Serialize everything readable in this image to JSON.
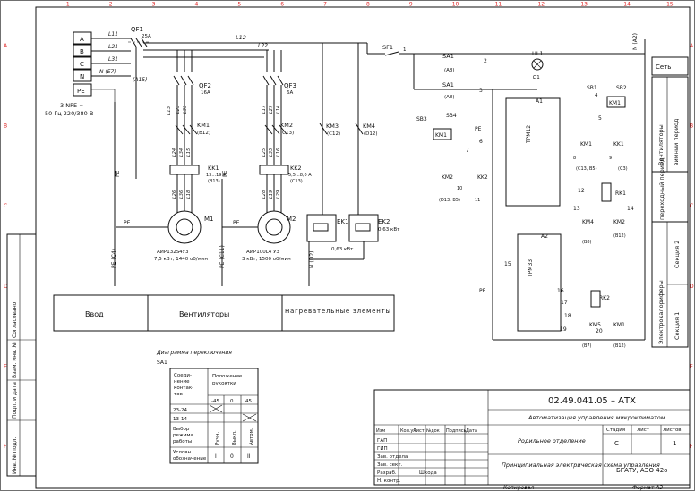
{
  "grid": {
    "cols": [
      "1",
      "2",
      "3",
      "4",
      "5",
      "6",
      "7",
      "8",
      "9",
      "10",
      "11",
      "12",
      "13",
      "14",
      "15"
    ],
    "rows": [
      "A",
      "B",
      "C",
      "D",
      "E",
      "F"
    ]
  },
  "supply": {
    "phases": [
      "A",
      "B",
      "C",
      "N",
      "PE"
    ],
    "note_line1": "3 NPE ~",
    "note_line2": "50 Гц 220/380 В",
    "wires": [
      "L11",
      "L21",
      "L31",
      "N (E7)",
      "L12",
      "L22",
      "L13",
      "L23",
      "L33",
      "L17",
      "L27",
      "L14",
      "L24",
      "L34",
      "L15",
      "L25",
      "L35",
      "L16",
      "L26",
      "L36",
      "L18",
      "L28",
      "L19",
      "L29"
    ]
  },
  "devices": {
    "qf1": "QF1",
    "qf1_rating": "25A",
    "qf2": "QF2",
    "qf2_rating": "16A",
    "qf3": "QF3",
    "qf3_rating": "6A",
    "a15": "(A15)",
    "km1": "KM1",
    "km1_ref": "(B12)",
    "km2": "KM2",
    "km2_ref": "(C13)",
    "km3": "KM3",
    "km3_ref": "(C12)",
    "km4": "KM4",
    "km4_ref": "(D12)",
    "kk1": "KK1",
    "kk1_range": "13...19 А",
    "kk1_ref": "(B13)",
    "kk2": "KK2",
    "kk2_range": "5,5...8,0 А",
    "kk2_ref": "(C13)",
    "m1": "M1",
    "m1_model": "АИР132S4У3",
    "m1_spec": "7,5 кВт, 1440 об/мин",
    "m2": "M2",
    "m2_model": "АИР100L4 У3",
    "m2_spec": "3 кВт, 1500 об/мин",
    "ek1": "EK1",
    "ek1_spec": "0,63 кВт",
    "ek2": "EK2",
    "ek2_spec": "0,63 кВт",
    "pe": "PE",
    "pe_c4": "PE (C4)",
    "pe_c11": "PE (C11)",
    "n_d2": "N (D2)",
    "n_a2": "N (A2)",
    "sf1": "SF1",
    "sa1": "SA1",
    "a8": "(A8)",
    "hl1": "HL1",
    "hl1_sub": "Ω1",
    "w1": "1",
    "w2": "2",
    "w3": "3",
    "w4": "4",
    "w5": "5",
    "w6": "6",
    "w7": "7",
    "w8": "8",
    "w9": "9",
    "w10": "10",
    "w11": "11",
    "w12": "12",
    "w13": "13",
    "w14": "14",
    "w15": "15",
    "w16": "16",
    "w17": "17",
    "w18": "18",
    "w19": "19",
    "w20": "20",
    "sb1": "SB1",
    "sb2": "SB2",
    "sb3": "SB3",
    "sb4": "SB4",
    "a1": "A1",
    "a1_model": "ТРМ12",
    "a2": "A2",
    "a2_model": "ТРМ33",
    "rk1": "RK1",
    "rk2": "RK2",
    "km5": "KM5",
    "b7": "(B7)",
    "ref_c13b5": "(C13, B5)",
    "ref_c3": "(C3)",
    "ref_d13b5": "(D13, B5)",
    "ref_b8": "(B8)",
    "ref_b12": "(B12)"
  },
  "right_labels": {
    "set": "Сеть",
    "vent": "Вентиляторы",
    "winter": "зимний период",
    "trans": "переходный период",
    "heaters": "Электрокалориферы",
    "sec2": "Секция 2",
    "sec1": "Секция 1"
  },
  "bottom_zones": {
    "vvod": "Ввод",
    "vent": "Вентиляторы",
    "heat": "Нагревательные элементы"
  },
  "switch_table": {
    "title": "Диаграмма переключения",
    "sub": "SA1",
    "h1_l1": "Соеди-",
    "h1_l2": "нение",
    "h1_l3": "контак-",
    "h1_l4": "тов",
    "h2_l1": "Положение",
    "h2_l2": "рукоятки",
    "ang_m45": "-45",
    "ang_0": "0",
    "ang_45": "45",
    "r1": "23-24",
    "r2": "13-14",
    "mode_l1": "Выбор",
    "mode_l2": "режима",
    "mode_l3": "работы",
    "mode_a": "Ручн.",
    "mode_b": "Выкл.",
    "mode_c": "Автом.",
    "cond_l1": "Условн.",
    "cond_l2": "обозначение",
    "cond_a": "I",
    "cond_b": "0",
    "cond_c": "II"
  },
  "title_block": {
    "doc_code": "02.49.041.05 – АТХ",
    "subject": "Автоматизация управления микроклиматом",
    "unit": "Родильное отделение",
    "drawing": "Принципиальная электрическая схема управления",
    "h_stage": "Стадия",
    "h_sheet": "Лист",
    "h_sheets": "Листов",
    "stage": "С",
    "sheets": "1",
    "org": "БГАТУ, АЭО 42о",
    "copied": "Копировал",
    "format": "Формат А3",
    "cols": [
      "Изм",
      "Кол.уч",
      "Лист",
      "№док",
      "Подпись",
      "Дата"
    ],
    "roles": [
      "ГАП",
      "ГИП",
      "Зав. отдела",
      "Зав. сект.",
      "Разраб.",
      "Н. контр."
    ],
    "developer": "Шкода"
  },
  "left_stamp": [
    "Согласовано",
    "Взам. инв. №",
    "Подп. и дата",
    "Инв. № подл."
  ]
}
